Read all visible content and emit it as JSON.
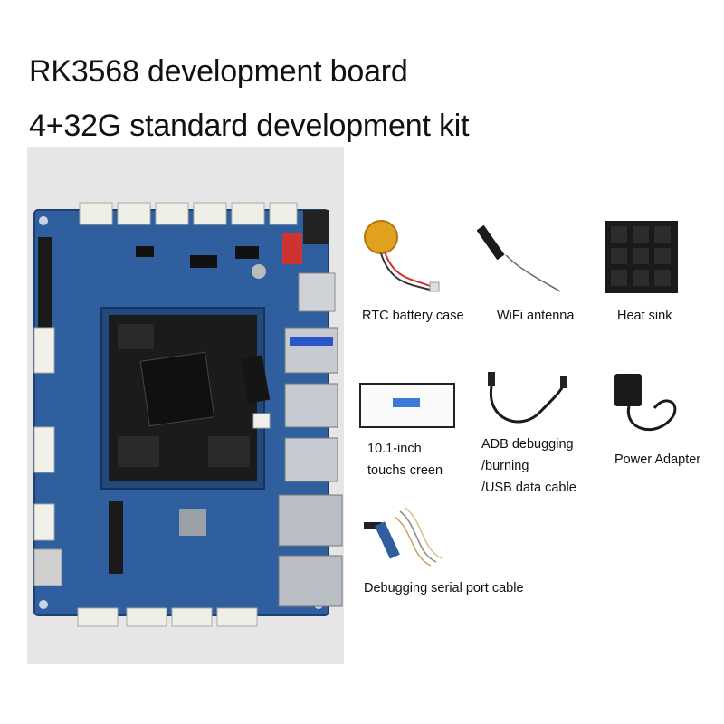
{
  "title_line1": "RK3568 development board",
  "title_line2": "4+32G standard development kit",
  "accessories": {
    "rtc": "RTC battery case",
    "wifi": "WiFi antenna",
    "heatsink": "Heat sink",
    "screen_line1": "10.1-inch",
    "screen_line2": "touchs creen",
    "adb_line1": "ADB debugging",
    "adb_line2": "/burning",
    "adb_line3": "/USB data cable",
    "power": "Power Adapter",
    "serial": "Debugging serial port cable"
  },
  "colors": {
    "board_blue": "#2f5f9e",
    "board_dark_blue": "#23487c",
    "background": "#ffffff",
    "photo_bg": "#e6e6e6"
  }
}
